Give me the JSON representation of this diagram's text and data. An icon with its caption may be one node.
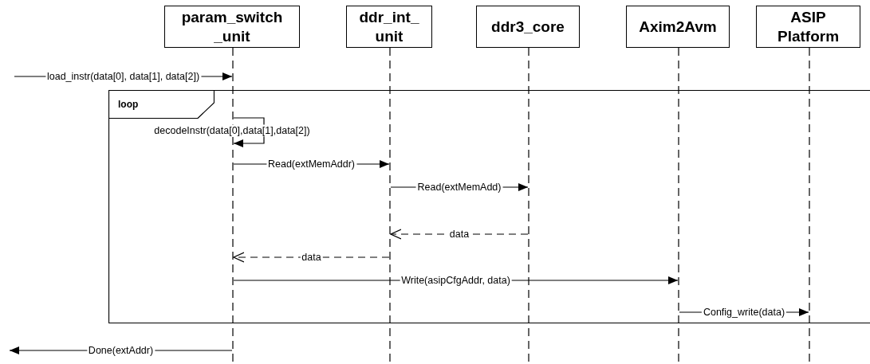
{
  "diagram": {
    "nodes": [
      {
        "text": [
          "param_switch _unit"
        ]
      },
      {
        "text": [
          "ddr_int_ unit"
        ]
      },
      {
        "text": [
          "ddr3_core"
        ]
      },
      {
        "text": [
          "Axim2Avm"
        ]
      },
      {
        "text": [
          "ASIP Platform"
        ]
      },
      {
        "text": [
          "loop"
        ]
      },
      {
        "text": [],
        "shape": "line"
      },
      {
        "text": [],
        "shape": "line"
      },
      {
        "text": [],
        "shape": "line"
      },
      {
        "text": [],
        "shape": "line"
      },
      {
        "text": [],
        "shape": "line"
      }
    ],
    "edges": [
      {
        "from": null,
        "to": 6,
        "arrow": "to",
        "label": "load_instr(data[0], data[1], data[2])"
      },
      {
        "from": 6,
        "to": 6,
        "arrow": "to",
        "label": "decodeInstr(data[0],data[1],data[2])"
      },
      {
        "from": 6,
        "to": 7,
        "arrow": "to",
        "label": "Read(extMemAddr)"
      },
      {
        "from": 7,
        "to": 8,
        "arrow": "to",
        "label": "Read(extMemAdd)"
      },
      {
        "from": 8,
        "to": 7,
        "arrow": "to",
        "label": "data",
        "style": "dashed"
      },
      {
        "from": 7,
        "to": 6,
        "arrow": "to",
        "label": "data",
        "style": "dashed"
      },
      {
        "from": 6,
        "to": 9,
        "arrow": "to",
        "label": "Write(asipCfgAddr, data)"
      },
      {
        "from": 9,
        "to": 10,
        "arrow": "to",
        "label": "Config_write(data)"
      },
      {
        "from": 6,
        "to": null,
        "arrow": "to",
        "label": "Done(extAddr)"
      }
    ]
  }
}
